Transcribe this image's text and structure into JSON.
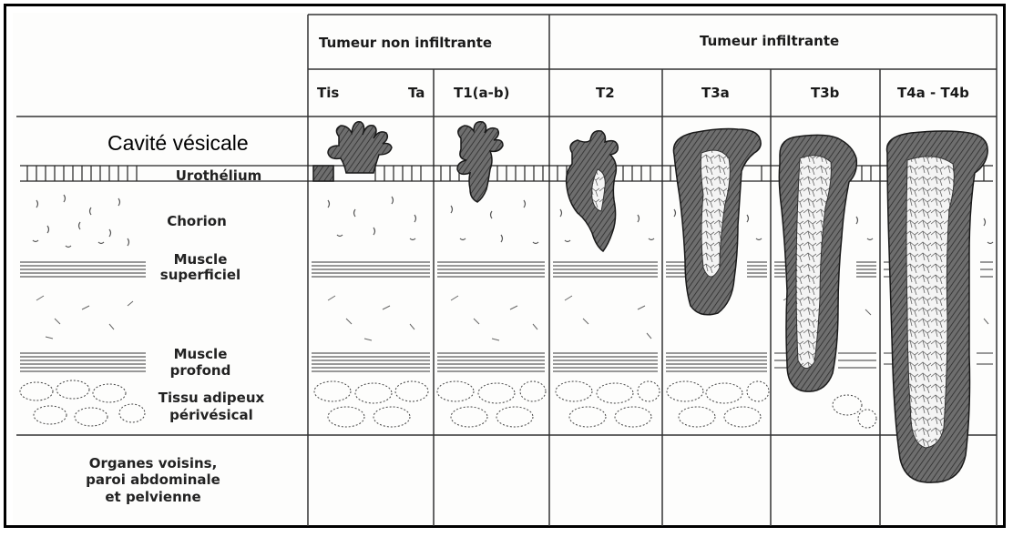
{
  "header": {
    "group_non_infiltrante": "Tumeur non infiltrante",
    "group_infiltrante": "Tumeur infiltrante",
    "stages": [
      "Tis",
      "Ta",
      "T1(a-b)",
      "T2",
      "T3a",
      "T3b",
      "T4a - T4b"
    ]
  },
  "layers": {
    "cavite": "Cavité vésicale",
    "urothelium": "Urothélium",
    "chorion": "Chorion",
    "muscle_superficiel_1": "Muscle",
    "muscle_superficiel_2": "superficiel",
    "muscle_profond_1": "Muscle",
    "muscle_profond_2": "profond",
    "tissu_adipeux_1": "Tissu adipeux",
    "tissu_adipeux_2": "périvésical",
    "organes_1": "Organes voisins,",
    "organes_2": "paroi abdominale",
    "organes_3": "et pelvienne"
  },
  "colors": {
    "ink": "#1a1a1a",
    "tumor_fill": "#5a5a5a",
    "tumor_inner": "#f2f2f2",
    "grid": "#333333"
  }
}
